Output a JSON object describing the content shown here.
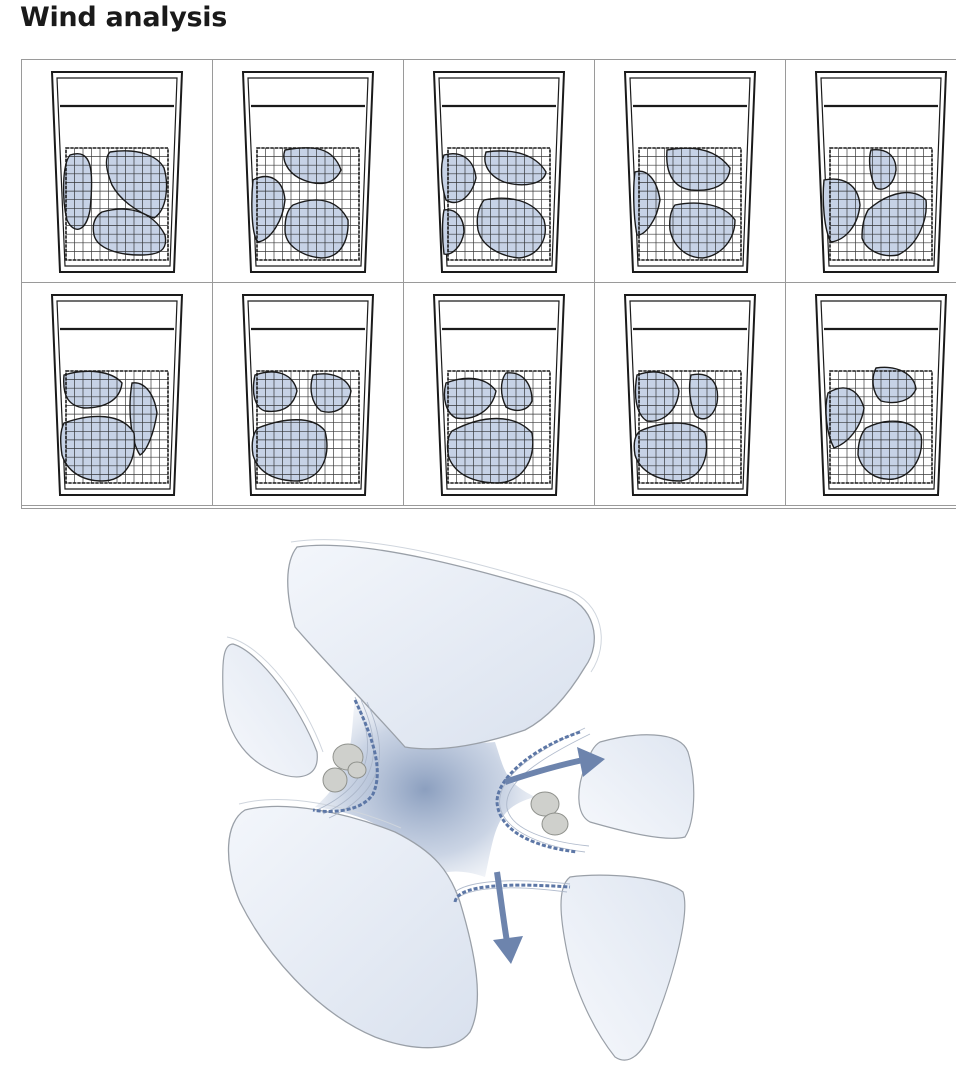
{
  "header": {
    "title": "Wind analysis"
  },
  "grid": {
    "rows": 2,
    "columns": 5,
    "variant_count": 10
  },
  "diagram": {
    "description_icon": "wind-flow-plan",
    "colors": {
      "stone_fill": "#c6d2e6",
      "grid_line": "#1a1a1a",
      "frame": "#1a1a1a",
      "wind_arrow": "#6d84ad",
      "pad_fill": "#e9eef6"
    }
  }
}
